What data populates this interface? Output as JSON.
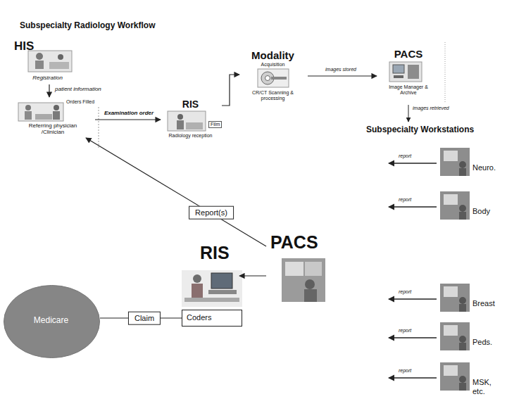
{
  "diagram": {
    "title": "Subspecialty Radiology Workflow",
    "nodes": [
      {
        "text": [
          "HIS",
          "Registration"
        ]
      },
      {
        "text": [
          "Referring physician /Clinician"
        ]
      },
      {
        "text": [
          "RIS",
          "Radiology reception"
        ]
      },
      {
        "text": [
          "Modality",
          "Acquisition",
          "CR/CT Scanning & processing"
        ]
      },
      {
        "text": [
          "PACS",
          "Image Manager & Archive"
        ]
      },
      {
        "text": [
          "Neuro."
        ]
      },
      {
        "text": [
          "Body"
        ]
      },
      {
        "text": [
          "Breast"
        ]
      },
      {
        "text": [
          "Peds."
        ]
      },
      {
        "text": [
          "MSK, etc."
        ]
      },
      {
        "text": [
          "PACS"
        ]
      },
      {
        "text": [
          "RIS"
        ]
      },
      {
        "text": [
          "Coders"
        ]
      },
      {
        "text": [
          "Medicare"
        ]
      }
    ],
    "edges": [
      {
        "from": 0,
        "to": 1,
        "label": "patient information",
        "arrow": "to"
      },
      {
        "from": 1,
        "to": 2,
        "label": "Examination order",
        "arrow": "to"
      },
      {
        "from": 2,
        "to": 3,
        "arrow": "to"
      },
      {
        "from": 3,
        "to": 4,
        "label": "images stored",
        "arrow": "to"
      },
      {
        "from": 10,
        "to": 11,
        "arrow": "to"
      },
      {
        "from": 10,
        "to": 1,
        "label": "Report(s)",
        "arrow": "to"
      },
      {
        "from": 12,
        "to": 13,
        "label": "Claim",
        "arrow": "none"
      }
    ],
    "labels": [
      "Orders Filled",
      "Film",
      "images retrieved",
      "Subspecialty Workstations",
      "report",
      "report",
      "report",
      "report",
      "report"
    ]
  }
}
